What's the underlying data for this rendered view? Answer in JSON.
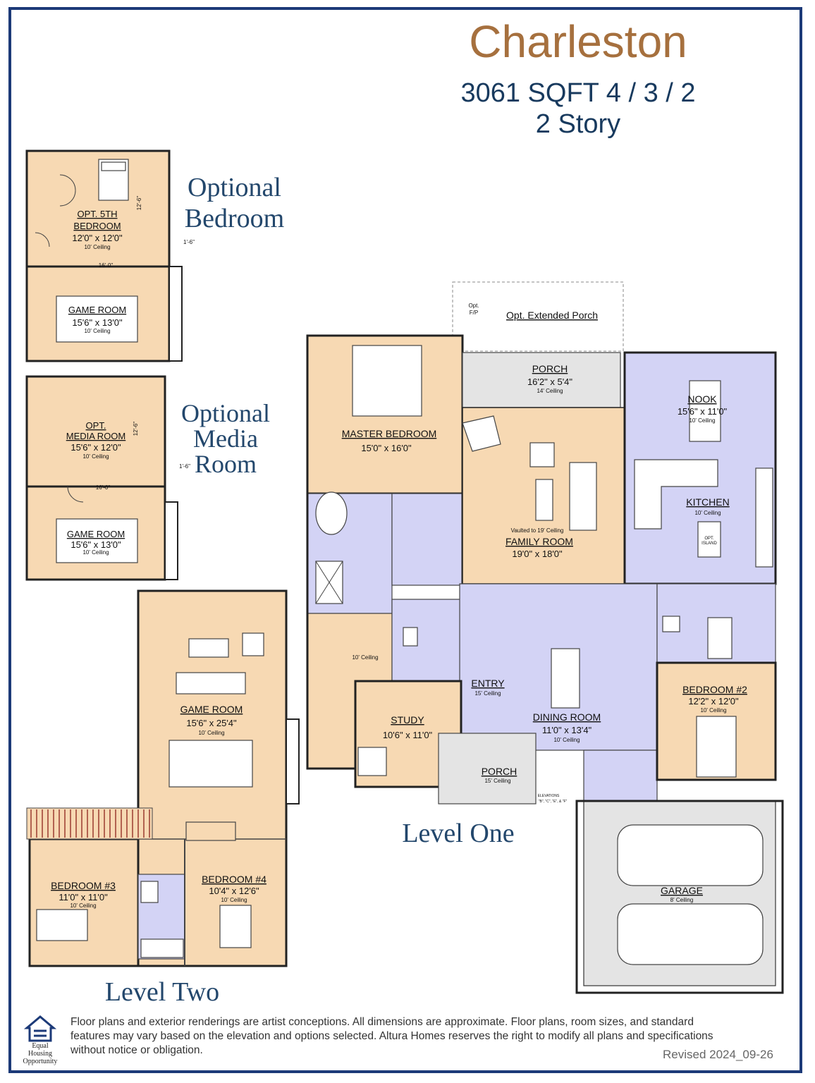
{
  "header": {
    "title": "Charleston",
    "subtitle_line1": "3061 SQFT 4 / 3 / 2",
    "subtitle_line2": "2 Story"
  },
  "section_labels": {
    "optional_bedroom": [
      "Optional",
      "Bedroom"
    ],
    "optional_media": [
      "Optional",
      "Media",
      "Room"
    ],
    "level_one": "Level One",
    "level_two": "Level Two"
  },
  "optional_bedroom_plan": {
    "bedroom_name": [
      "OPT. 5TH",
      "BEDROOM"
    ],
    "bedroom_size": "12'0\" x 12'0\"",
    "bedroom_ceiling": "10' Ceiling",
    "dim_vertical": "12'-6\"",
    "dim_side": "1'-6\"",
    "dim_width": "16'-0\"",
    "game_name": "GAME ROOM",
    "game_size": "15'6\" x 13'0\"",
    "game_ceiling": "10' Ceiling"
  },
  "optional_media_plan": {
    "media_name": [
      "OPT.",
      "MEDIA ROOM"
    ],
    "media_size": "15'6\" x 12'0\"",
    "media_ceiling": "10' Ceiling",
    "dim_vertical": "12'-6\"",
    "dim_side": "1'-6\"",
    "dim_width": "16'-0\"",
    "game_name": "GAME ROOM",
    "game_size": "15'6\" x 13'0\"",
    "game_ceiling": "10' Ceiling"
  },
  "level_one": {
    "opt_fp": [
      "Opt.",
      "F/P"
    ],
    "extended_porch": "Opt. Extended Porch",
    "porch_rear": {
      "name": "PORCH",
      "size": "16'2\" x 5'4\"",
      "ceiling": "14' Ceiling"
    },
    "master": {
      "name": "MASTER BEDROOM",
      "size": "15'0\" x 16'0\""
    },
    "family": {
      "vaulted": "Vaulted to 19' Ceiling",
      "name": "FAMILY ROOM",
      "size": "19'0\" x 18'0\""
    },
    "nook": {
      "name": "NOOK",
      "size": "15'6\" x 11'0\"",
      "ceiling": "10' Ceiling"
    },
    "kitchen": {
      "name": "KITCHEN",
      "ceiling": "10' Ceiling",
      "island": [
        "OPT.",
        "ISLAND"
      ]
    },
    "closet_ceiling": "10' Ceiling",
    "entry": {
      "name": "ENTRY",
      "ceiling": "15' Ceiling"
    },
    "study": {
      "name": "STUDY",
      "size": "10'6\" x 11'0\""
    },
    "dining": {
      "name": "DINING ROOM",
      "size": "11'0\" x 13'4\"",
      "ceiling": "10' Ceiling"
    },
    "bedroom2": {
      "name": "BEDROOM #2",
      "size": "12'2\" x 12'0\"",
      "ceiling": "10' Ceiling"
    },
    "porch_front": {
      "name": "PORCH",
      "ceiling": "15' Ceiling"
    },
    "elevations": [
      "ELEVATIONS",
      "\"B\", \"C\", \"E\", & \"F\""
    ],
    "garage": {
      "name": "GARAGE",
      "ceiling": "8' Ceiling"
    }
  },
  "level_two": {
    "game": {
      "name": "GAME ROOM",
      "size": "15'6\" x 25'4\"",
      "ceiling": "10' Ceiling"
    },
    "bedroom3": {
      "name": "BEDROOM #3",
      "size": "11'0\" x 11'0\"",
      "ceiling": "10' Ceiling"
    },
    "bedroom4": {
      "name": "BEDROOM #4",
      "size": "10'4\" x 12'6\"",
      "ceiling": "10' Ceiling"
    }
  },
  "footer": {
    "eho": [
      "Equal",
      "Housing",
      "Opportunity"
    ],
    "disclaimer": "Floor plans and exterior renderings are artist conceptions.  All dimensions are approximate.  Floor plans, room sizes, and standard features may vary based on the elevation and options selected.  Altura Homes reserves the right to modify all plans and specifications without notice or obligation.",
    "revised": "Revised 2024_09-26"
  },
  "colors": {
    "border": "#1c3a78",
    "title": "#a6703e",
    "heading": "#183a5e",
    "room_fill": "#f7d9b3",
    "wet_fill": "#d3d3f5",
    "garage_fill": "#e4e4e4"
  }
}
